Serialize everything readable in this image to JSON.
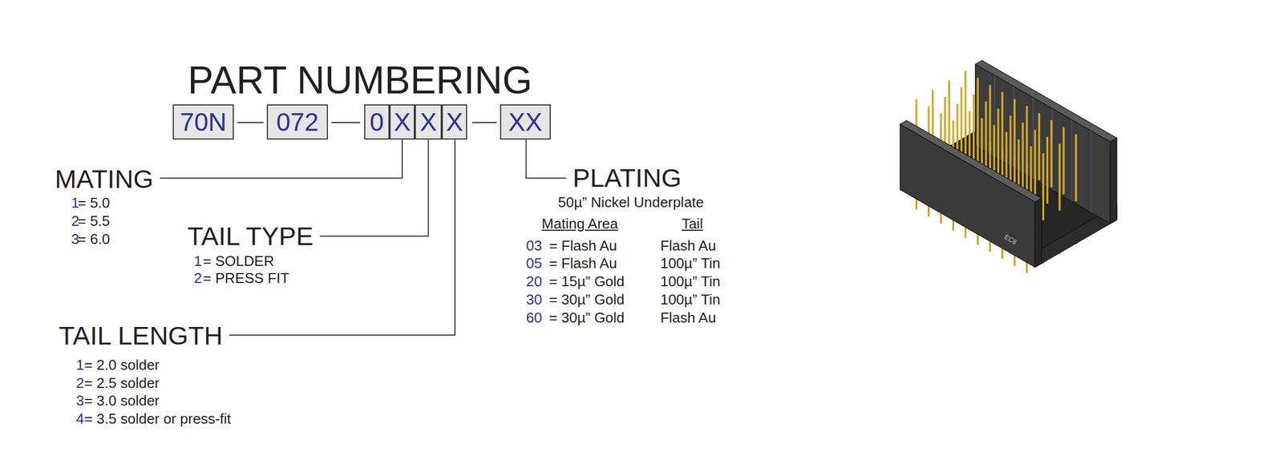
{
  "diagram": {
    "title": "PART NUMBERING",
    "nodes": [
      {
        "text": [
          "70N"
        ]
      },
      {
        "text": [
          "072"
        ]
      },
      {
        "text": [
          "0"
        ]
      },
      {
        "text": [
          "X"
        ]
      },
      {
        "text": [
          "X"
        ]
      },
      {
        "text": [
          "X"
        ]
      },
      {
        "text": [
          "XX"
        ]
      }
    ],
    "labels": [
      "MATING",
      "1",
      "= 5.0",
      "2",
      "= 5.5",
      "3",
      "= 6.0",
      "TAIL TYPE",
      "1",
      "= SOLDER",
      "2",
      "= PRESS FIT",
      "TAIL LENGTH",
      "1",
      "= 2.0 solder",
      "2",
      "= 2.5 solder",
      "3",
      "= 3.0 solder",
      "4",
      "= 3.5 solder or press-fit",
      "PLATING",
      "50µ” Nickel Underplate",
      "Mating Area",
      "Tail",
      "03",
      "= Flash Au",
      "Flash Au",
      "05",
      "= Flash Au",
      "100µ” Tin",
      "20",
      "= 15µ” Gold",
      "100µ” Tin",
      "30",
      "= 30µ” Gold",
      "100µ” Tin",
      "60",
      "= 30µ” Gold",
      "Flash Au",
      "EC8"
    ]
  }
}
